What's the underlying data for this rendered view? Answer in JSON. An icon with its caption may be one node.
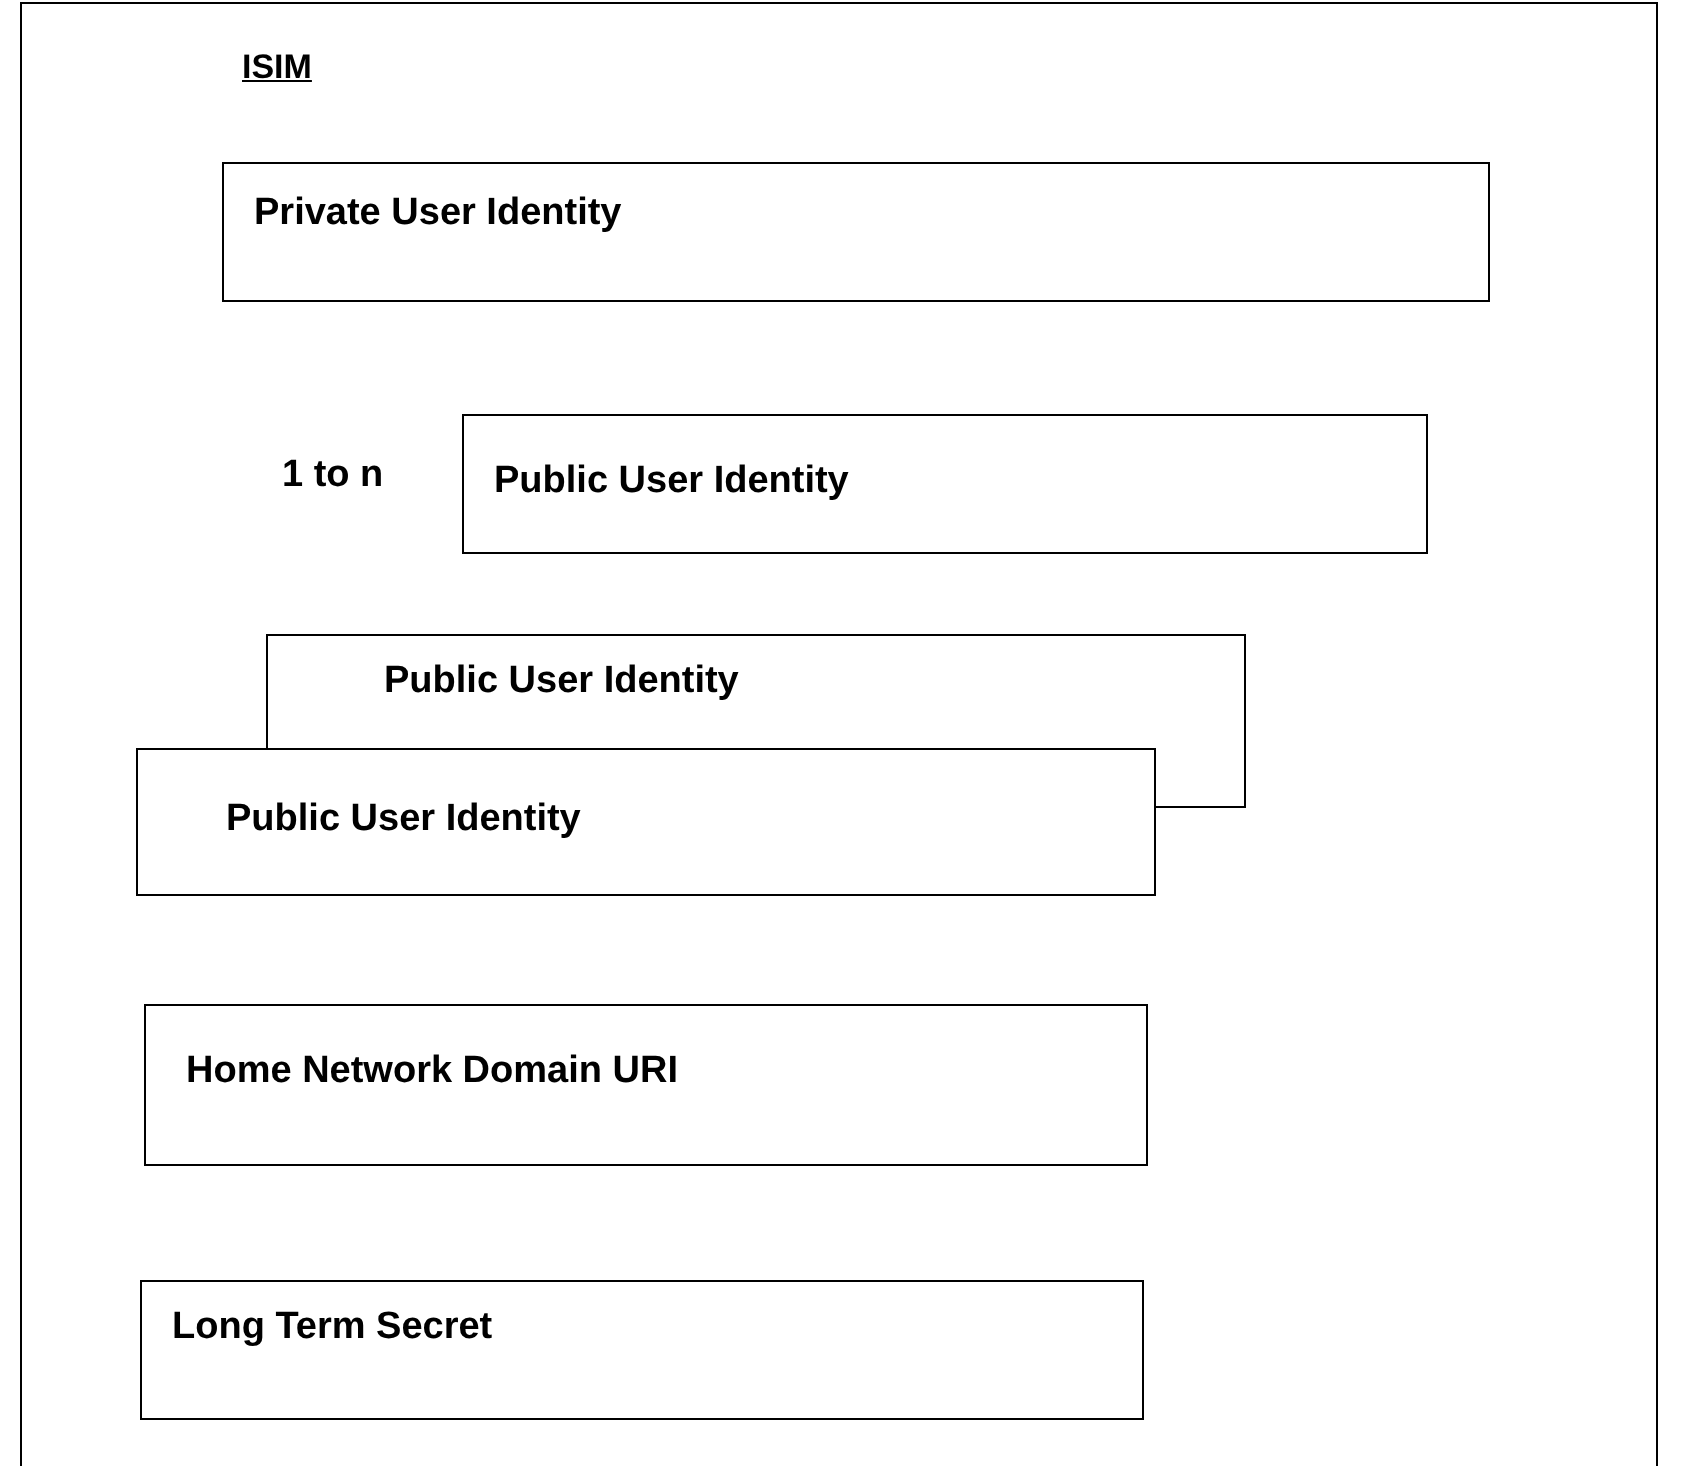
{
  "diagram": {
    "nodes": [
      {
        "text": [
          "ISIM"
        ]
      },
      {
        "text": [
          "Private User Identity"
        ],
        "in": 0
      },
      {
        "text": [
          "Public User Identity"
        ],
        "in": 0,
        "beside": [
          "1 to n"
        ]
      },
      {
        "text": [
          "Public User Identity"
        ],
        "in": 0
      },
      {
        "text": [
          "Public User Identity"
        ],
        "in": 0
      },
      {
        "text": [
          "Home Network Domain URI"
        ],
        "in": 0
      },
      {
        "text": [
          "Long Term Secret"
        ],
        "in": 0
      }
    ]
  }
}
